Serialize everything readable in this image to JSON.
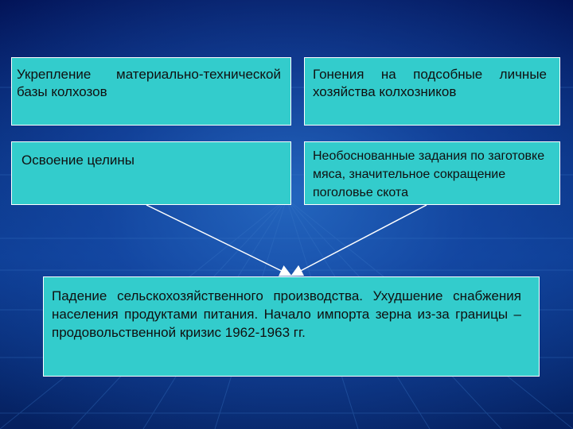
{
  "diagram": {
    "boxes": {
      "top_left": "Укрепление материально-технической базы колхозов",
      "top_right": "Гонения на подсобные личные хозяйства колхозников",
      "middle_left": "Освоение целины",
      "middle_right": "Необоснованные задания по заготовке мяса, значительное сокращение поголовье скота",
      "bottom": "Падение сельскохозяйственного производства. Ухудшение снабжения населения продуктами питания. Начало импорта зерна из-за границы – продовольственной кризис 1962-1963 гг."
    },
    "colors": {
      "box_fill": "#33cccc",
      "background": "#0b3a8f",
      "arrow": "#ffffff"
    }
  }
}
